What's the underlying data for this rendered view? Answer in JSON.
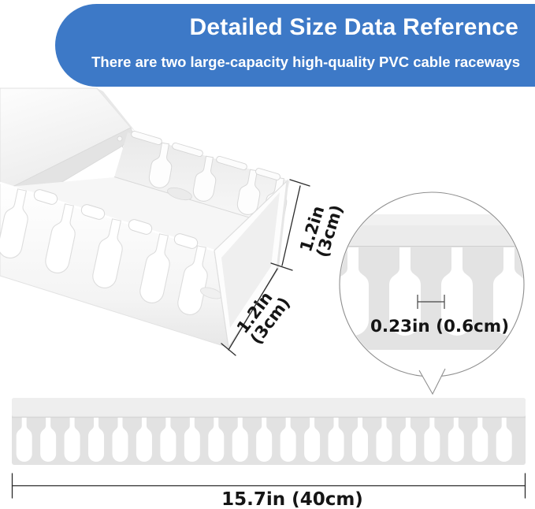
{
  "banner": {
    "title": "Detailed Size Data Reference",
    "subtitle": "There are two large-capacity high-quality PVC cable raceways",
    "bg_color": "#3d79c7",
    "text_color": "#ffffff"
  },
  "diagram": {
    "height_dim": {
      "line1": "1.2in",
      "line2": "(3cm)"
    },
    "width_dim": {
      "line1": "1.2in",
      "line2": "(3cm)"
    },
    "detail_circle": {
      "gap_label": "0.23in (0.6cm)"
    },
    "strip": {
      "length_label": "15.7in (40cm)"
    },
    "colors": {
      "raceway_gray": "#e3e3e3",
      "raceway_band_gray": "#eeeeee",
      "slot_white": "#ffffff",
      "dimension_text": "#151515",
      "circle_outline": "#8f8f8f"
    }
  }
}
